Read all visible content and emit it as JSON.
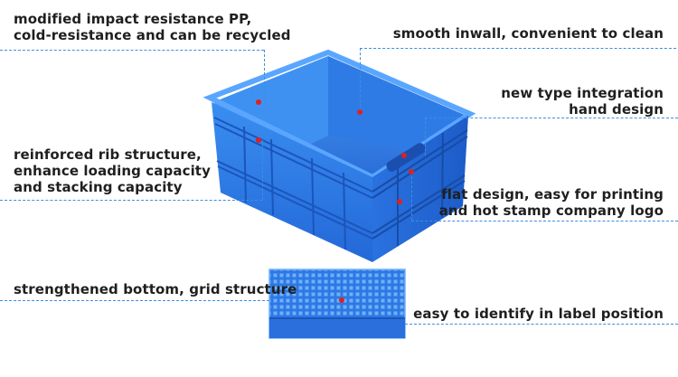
{
  "callouts": {
    "material": [
      "modified impact resistance PP,",
      "cold-resistance and can be recycled"
    ],
    "inwall": "smooth inwall, convenient to clean",
    "handle": [
      "new type integration",
      "hand design"
    ],
    "rib": [
      "reinforced rib structure,",
      "enhance loading capacity",
      "and stacking capacity"
    ],
    "flat": [
      "flat design, easy for printing",
      "and hot stamp company logo"
    ],
    "bottom": "strengthened bottom, grid structure",
    "label": "easy to identify in label position"
  },
  "colors": {
    "crate": "#2f7fe6",
    "leader": "#3a8fe0",
    "dot": "#e0201c"
  }
}
